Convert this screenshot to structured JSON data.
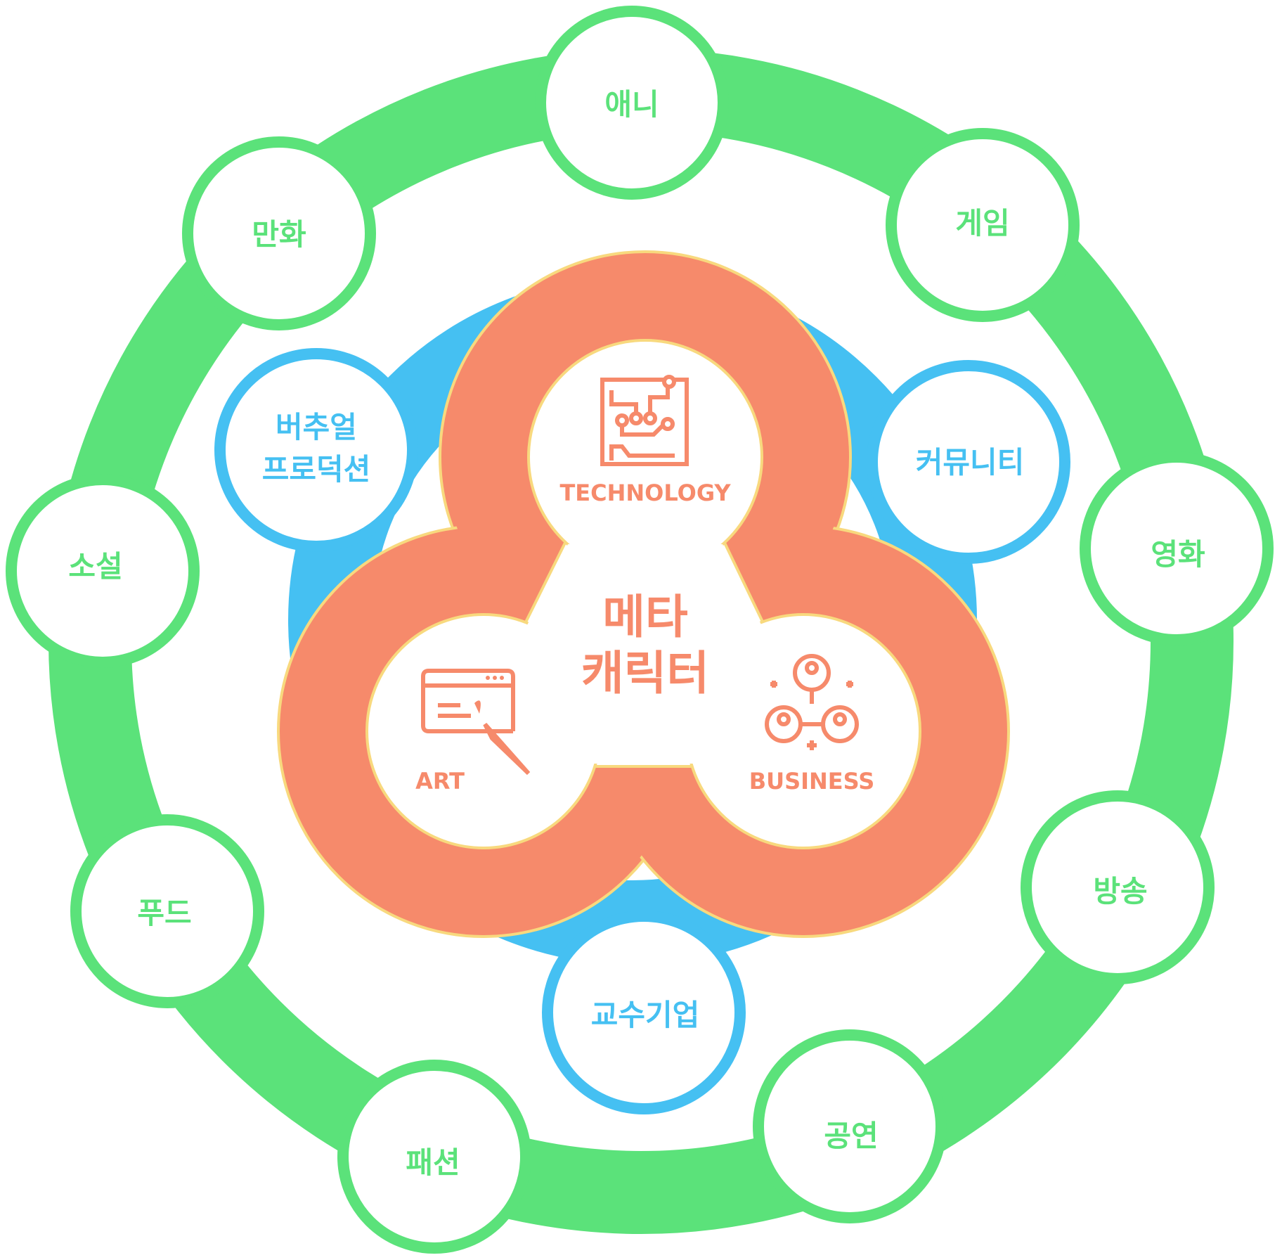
{
  "colors": {
    "outer_ring": "#5BE27A",
    "inner_ring": "#45C0F2",
    "core": "#F68A6B",
    "core_border": "#F8D97E",
    "background": "#FFFFFF"
  },
  "outer_nodes": [
    {
      "label": "애니"
    },
    {
      "label": "게임"
    },
    {
      "label": "영화"
    },
    {
      "label": "방송"
    },
    {
      "label": "공연"
    },
    {
      "label": "패션"
    },
    {
      "label": "푸드"
    },
    {
      "label": "소설"
    },
    {
      "label": "만화"
    }
  ],
  "inner_nodes": [
    {
      "lines": [
        "버추얼",
        "프로덕션"
      ]
    },
    {
      "lines": [
        "커뮤니티"
      ]
    },
    {
      "lines": [
        "교수기업"
      ]
    }
  ],
  "core": {
    "title_lines": [
      "메타",
      "캐릭터"
    ],
    "lobes": [
      {
        "label": "TECHNOLOGY",
        "icon": "circuit-board-icon"
      },
      {
        "label": "ART",
        "icon": "browser-paintbrush-icon"
      },
      {
        "label": "BUSINESS",
        "icon": "people-network-icon"
      }
    ]
  }
}
